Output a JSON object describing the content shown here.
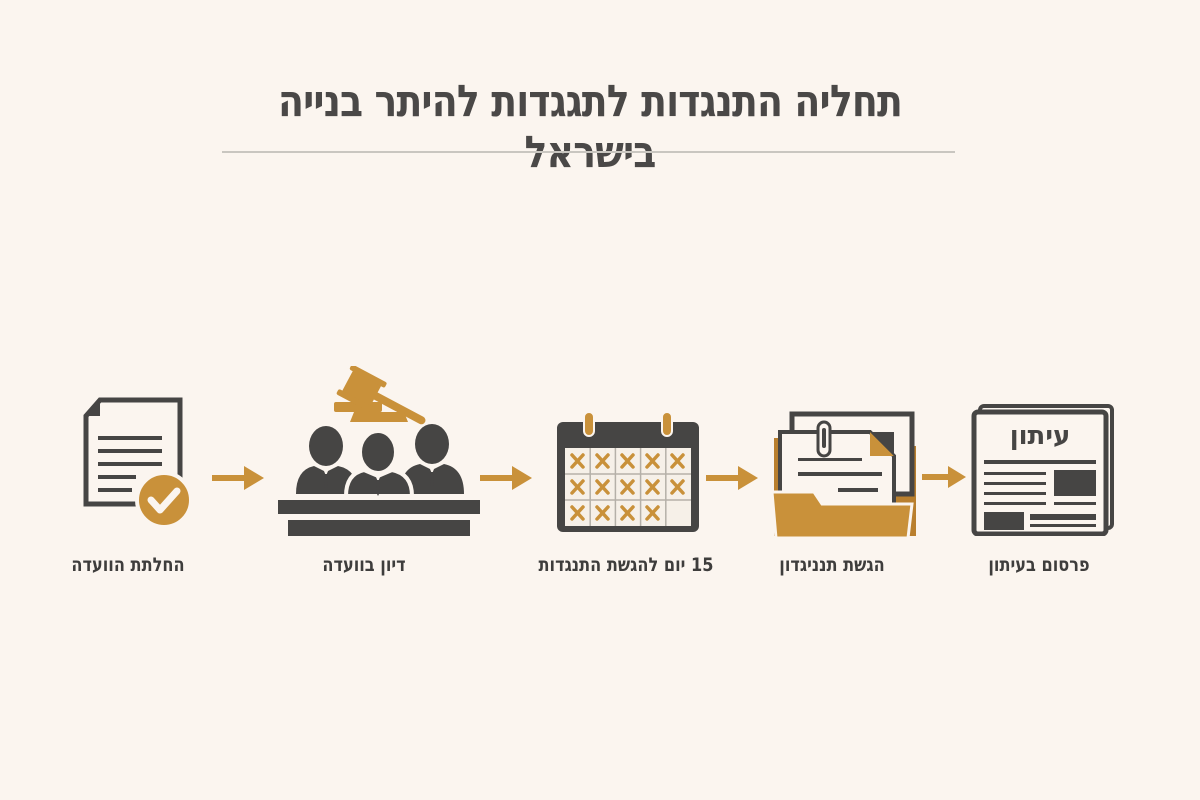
{
  "title": "תחליה התנגדות לתגגדות להיתר בנייה בישראל",
  "colors": {
    "background": "#fbf5ef",
    "dark": "#464544",
    "accent": "#c9913a",
    "divider": "#c9c6c0"
  },
  "flow_direction": "left-to-right",
  "steps": [
    {
      "label": "החלתת הוועדה",
      "icon": "document-check-icon"
    },
    {
      "label": "דיון בוועדה",
      "icon": "committee-gavel-icon"
    },
    {
      "label": "15 יום להגשת התנגדות",
      "icon": "calendar-icon"
    },
    {
      "label": "הגשת תנניגדון",
      "icon": "folder-documents-icon"
    },
    {
      "label": "פרסום בעיתון",
      "icon": "newspaper-icon",
      "icon_text": "עיתון"
    }
  ],
  "calendar": {
    "columns": 5,
    "rows": 3,
    "marked_days": 14
  }
}
